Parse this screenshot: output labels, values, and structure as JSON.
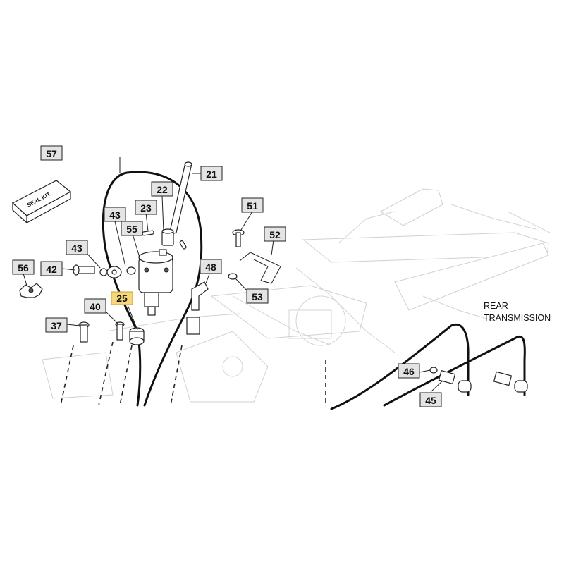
{
  "callouts": {
    "c57": "57",
    "c21": "21",
    "c22": "22",
    "c23": "23",
    "c43a": "43",
    "c55": "55",
    "c43b": "43",
    "c42": "42",
    "c56": "56",
    "c25": "25",
    "c40": "40",
    "c37": "37",
    "c48": "48",
    "c51": "51",
    "c52": "52",
    "c53": "53",
    "c46": "46",
    "c45": "45"
  },
  "highlighted_callout": "25",
  "highlight_color": "#f6d77a",
  "seal_kit_label": "SEAL KIT",
  "note": {
    "line1": "REAR",
    "line2": "TRANSMISSION"
  }
}
